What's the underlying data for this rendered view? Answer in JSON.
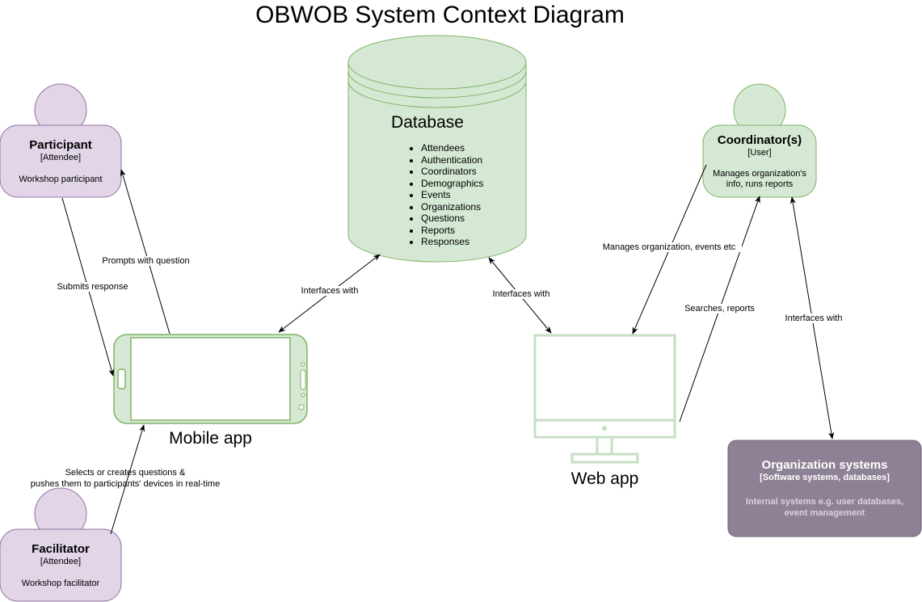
{
  "title": "OBWOB System Context Diagram",
  "participant": {
    "name": "Participant",
    "role": "[Attendee]",
    "description": "Workshop participant"
  },
  "facilitator": {
    "name": "Facilitator",
    "role": "[Attendee]",
    "description": "Workshop facilitator"
  },
  "coordinator": {
    "name": "Coordinator(s)",
    "role": "[User]",
    "description_line1": "Manages organization's",
    "description_line2": "info, runs reports"
  },
  "database": {
    "label": "Database",
    "items": [
      "Attendees",
      "Authentication",
      "Coordinators",
      "Demographics",
      "Events",
      "Organizations",
      "Questions",
      "Reports",
      "Responses"
    ]
  },
  "mobile_app": {
    "label": "Mobile app"
  },
  "web_app": {
    "label": "Web app"
  },
  "org_systems": {
    "name": "Organization systems",
    "type": "[Software systems, databases]",
    "description": "Internal systems e.g. user databases, event management"
  },
  "edges": {
    "prompts": "Prompts with question",
    "submits": "Submits response",
    "mobile_db": "Interfaces with",
    "web_db": "Interfaces with",
    "manages": "Manages organization, events etc",
    "searches": "Searches, reports",
    "org_interfaces": "Interfaces with",
    "facilitator_line1": "Selects or creates questions &",
    "facilitator_line2": "pushes them to participants' devices in real-time"
  },
  "colors": {
    "person_purple_fill": "#e1d5e7",
    "person_purple_stroke": "#9673a6",
    "green_fill": "#d5e8d4",
    "green_stroke": "#82b366",
    "org_fill": "#8e8196",
    "org_stroke": "#6f6278"
  }
}
